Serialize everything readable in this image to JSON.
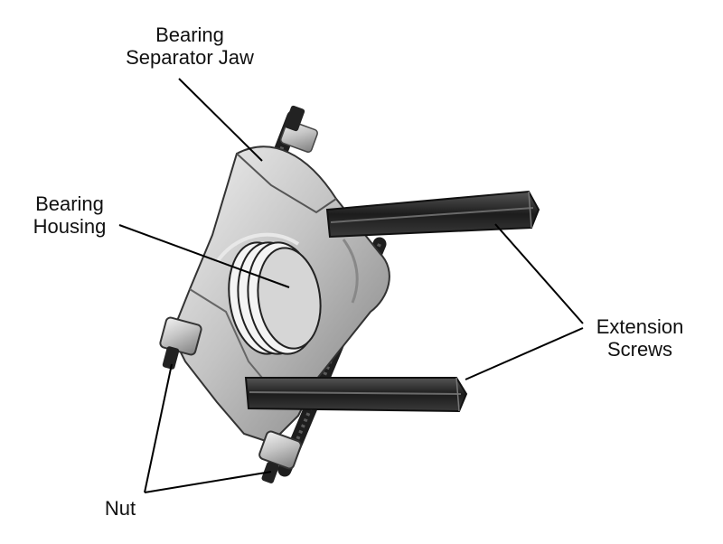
{
  "labels": {
    "jaw_line1": "Bearing",
    "jaw_line2": "Separator Jaw",
    "housing_line1": "Bearing",
    "housing_line2": "Housing",
    "extension_line1": "Extension",
    "extension_line2": "Screws",
    "nut": "Nut"
  },
  "colors": {
    "steel": "#c9c9c9",
    "dark_rod": "#2a2a2a",
    "bearing_fill": "#d6d6d6",
    "leader_line": "#000000"
  }
}
